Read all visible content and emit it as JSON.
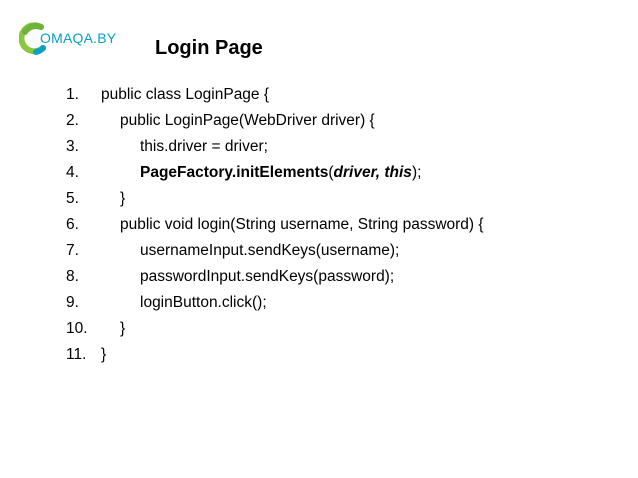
{
  "logo": {
    "text": "OMAQA.BY",
    "colors": {
      "ring_green": "#8cc63f",
      "ring_blue": "#0aa0c4"
    }
  },
  "title": "Login Page",
  "code_lines": [
    {
      "number": "1.",
      "text": "public class LoginPage {"
    },
    {
      "number": "2.",
      "text": "public LoginPage(WebDriver driver) {"
    },
    {
      "number": "3.",
      "text": "this.driver = driver;"
    },
    {
      "number": "4.",
      "bold_part": "PageFactory.initElements",
      "open_paren": "(",
      "bold_italic_part": "driver, this",
      "close_part": ");"
    },
    {
      "number": "5.",
      "text": "}"
    },
    {
      "number": "6.",
      "text": "public void login(String username, String password) {"
    },
    {
      "number": "7.",
      "text": "usernameInput.sendKeys(username);"
    },
    {
      "number": "8.",
      "text": "passwordInput.sendKeys(password);"
    },
    {
      "number": "9.",
      "text": "loginButton.click();"
    },
    {
      "number": "10.",
      "text": "}"
    },
    {
      "number": "11.",
      "text": "}"
    }
  ]
}
